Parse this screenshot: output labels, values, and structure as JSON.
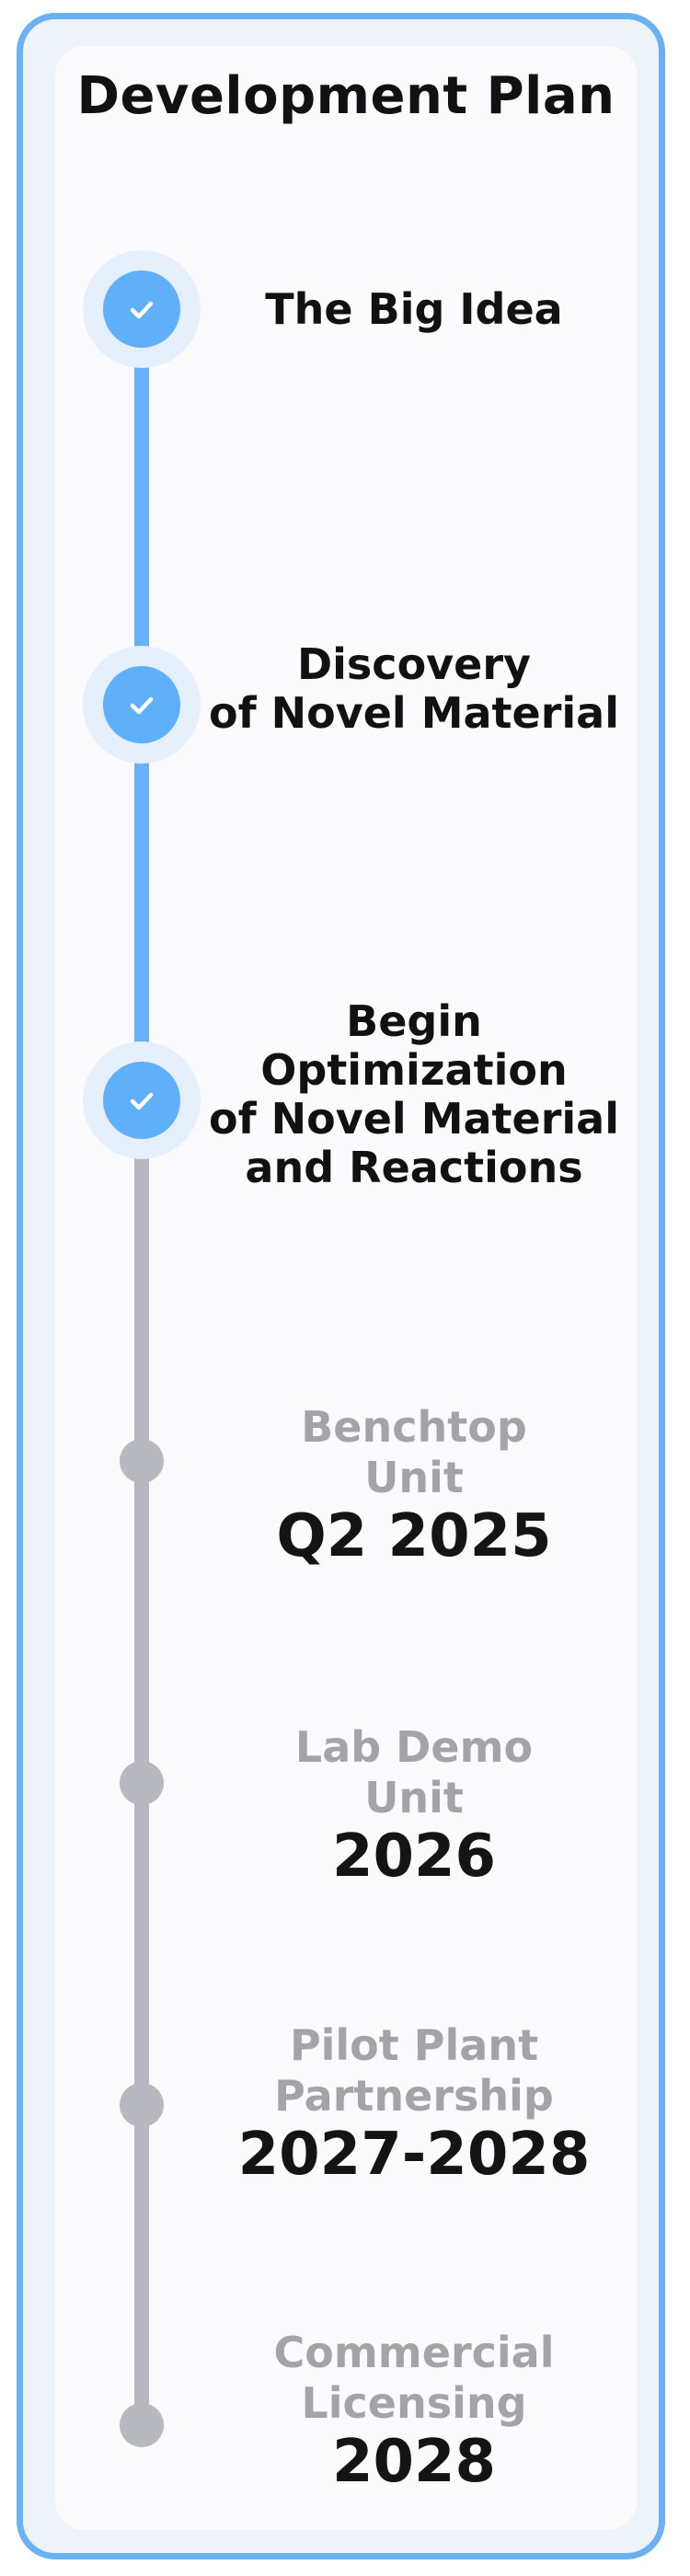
{
  "title": "Development Plan",
  "colors": {
    "accent": "#66b3f9",
    "pending": "#b8b8c0",
    "border": "#6ab1f3"
  },
  "milestones": [
    {
      "lines": [
        "The Big Idea"
      ],
      "status": "completed",
      "icon": "check-icon"
    },
    {
      "lines": [
        "Discovery",
        "of Novel Material"
      ],
      "status": "completed",
      "icon": "check-icon"
    },
    {
      "lines": [
        "Begin Optimization",
        "of Novel Material",
        "and Reactions"
      ],
      "status": "completed",
      "icon": "check-icon"
    },
    {
      "lines": [
        "Benchtop",
        "Unit"
      ],
      "date": "Q2 2025",
      "status": "upcoming"
    },
    {
      "lines": [
        "Lab Demo",
        "Unit"
      ],
      "date": "2026",
      "status": "upcoming"
    },
    {
      "lines": [
        "Pilot Plant",
        "Partnership"
      ],
      "date": "2027-2028",
      "status": "upcoming"
    },
    {
      "lines": [
        "Commercial",
        "Licensing"
      ],
      "date": "2028",
      "status": "upcoming"
    }
  ]
}
